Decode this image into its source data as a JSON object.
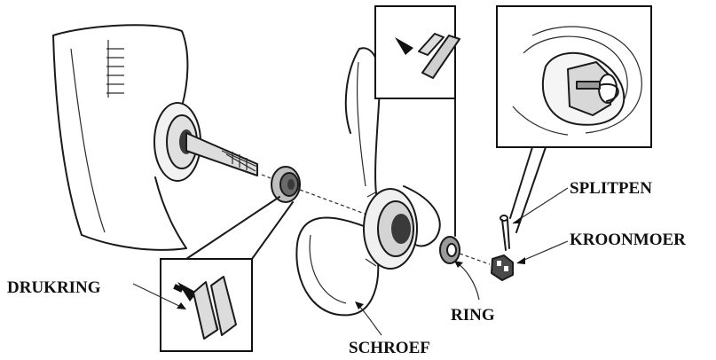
{
  "diagram": {
    "labels": {
      "splitpen": "SPLITPEN",
      "kroonmoer": "KROONMOER",
      "drukring": "DRUKRING",
      "ring": "RING",
      "schroef": "SCHROEF"
    },
    "callouts": [
      "drukring-detail",
      "ring-detail",
      "splitpen-detail"
    ]
  }
}
